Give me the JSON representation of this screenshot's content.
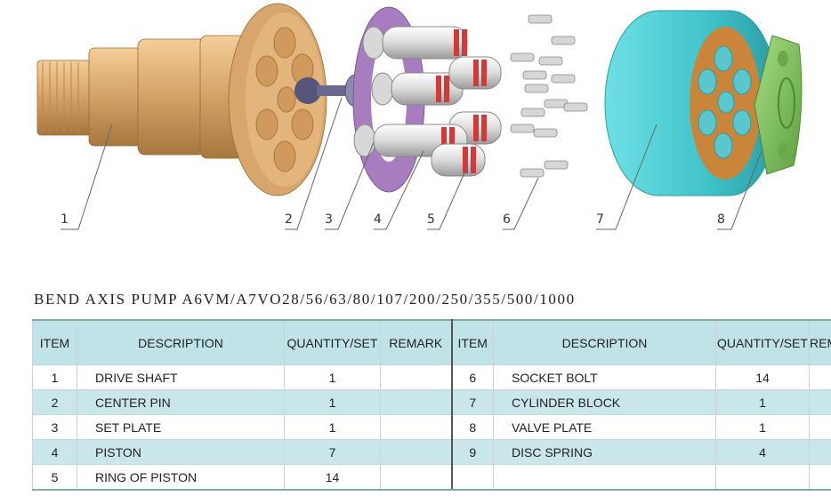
{
  "callouts": [
    "1",
    "2",
    "3",
    "4",
    "5",
    "6",
    "7",
    "8"
  ],
  "title": "BEND AXIS PUMP A6VM/A7VO28/56/63/80/107/200/250/355/500/1000",
  "table": {
    "headers": [
      "ITEM",
      "DESCRIPTION",
      "QUANTITY/SET",
      "REMARK",
      "ITEM",
      "DESCRIPTION",
      "QUANTITY/SET",
      "REMARK"
    ],
    "rows": [
      {
        "item_l": "1",
        "desc_l": "DRIVE SHAFT",
        "qty_l": "1",
        "remark_l": "",
        "item_r": "6",
        "desc_r": "SOCKET BOLT",
        "qty_r": "14",
        "remark_r": ""
      },
      {
        "item_l": "2",
        "desc_l": "CENTER PIN",
        "qty_l": "1",
        "remark_l": "",
        "item_r": "7",
        "desc_r": "CYLINDER BLOCK",
        "qty_r": "1",
        "remark_r": ""
      },
      {
        "item_l": "3",
        "desc_l": "SET PLATE",
        "qty_l": "1",
        "remark_l": "",
        "item_r": "8",
        "desc_r": "VALVE PLATE",
        "qty_r": "1",
        "remark_r": ""
      },
      {
        "item_l": "4",
        "desc_l": "PISTON",
        "qty_l": "7",
        "remark_l": "",
        "item_r": "9",
        "desc_r": "DISC SPRING",
        "qty_r": "4",
        "remark_r": ""
      },
      {
        "item_l": "5",
        "desc_l": "RING OF PISTON",
        "qty_l": "14",
        "remark_l": "",
        "item_r": "",
        "desc_r": "",
        "qty_r": "",
        "remark_r": ""
      }
    ]
  },
  "colors": {
    "drive_shaft": "#d8a56a",
    "center_pin": "#55557a",
    "set_plate": "#a77dc0",
    "piston": "#e6e6e6",
    "ring": "#d23a3a",
    "cylinder_block": "#3fc3c9",
    "valve_plate": "#7cc35a",
    "table_header": "#bfe3e6",
    "table_stripe": "#c9e7ea"
  }
}
